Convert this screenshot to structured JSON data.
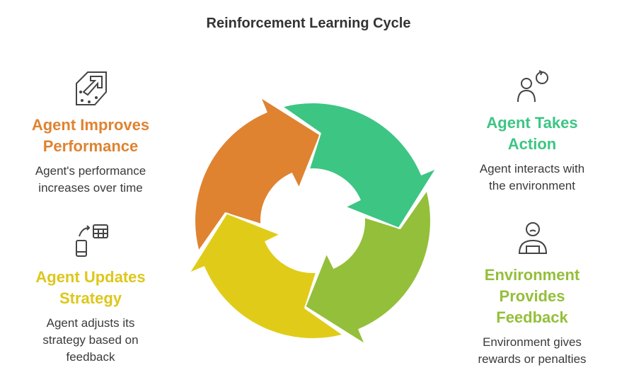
{
  "title": "Reinforcement Learning Cycle",
  "colors": {
    "green": "#3DC584",
    "lightgreen": "#94BF3A",
    "yellow": "#E0CC18",
    "orange": "#DF8331"
  },
  "steps": [
    {
      "title_lines": [
        "Agent Takes",
        "Action"
      ],
      "desc_lines": [
        "Agent interacts with",
        "the environment"
      ],
      "icon": "person-rotate-icon"
    },
    {
      "title_lines": [
        "Environment",
        "Provides",
        "Feedback"
      ],
      "desc_lines": [
        "Environment gives",
        "rewards or penalties"
      ],
      "icon": "person-podium-icon"
    },
    {
      "title_lines": [
        "Agent Updates",
        "Strategy"
      ],
      "desc_lines": [
        "Agent adjusts its",
        "strategy based on",
        "feedback"
      ],
      "icon": "device-table-icon"
    },
    {
      "title_lines": [
        "Agent Improves",
        "Performance"
      ],
      "desc_lines": [
        "Agent's performance",
        "increases over time"
      ],
      "icon": "growth-arrow-icon"
    }
  ]
}
